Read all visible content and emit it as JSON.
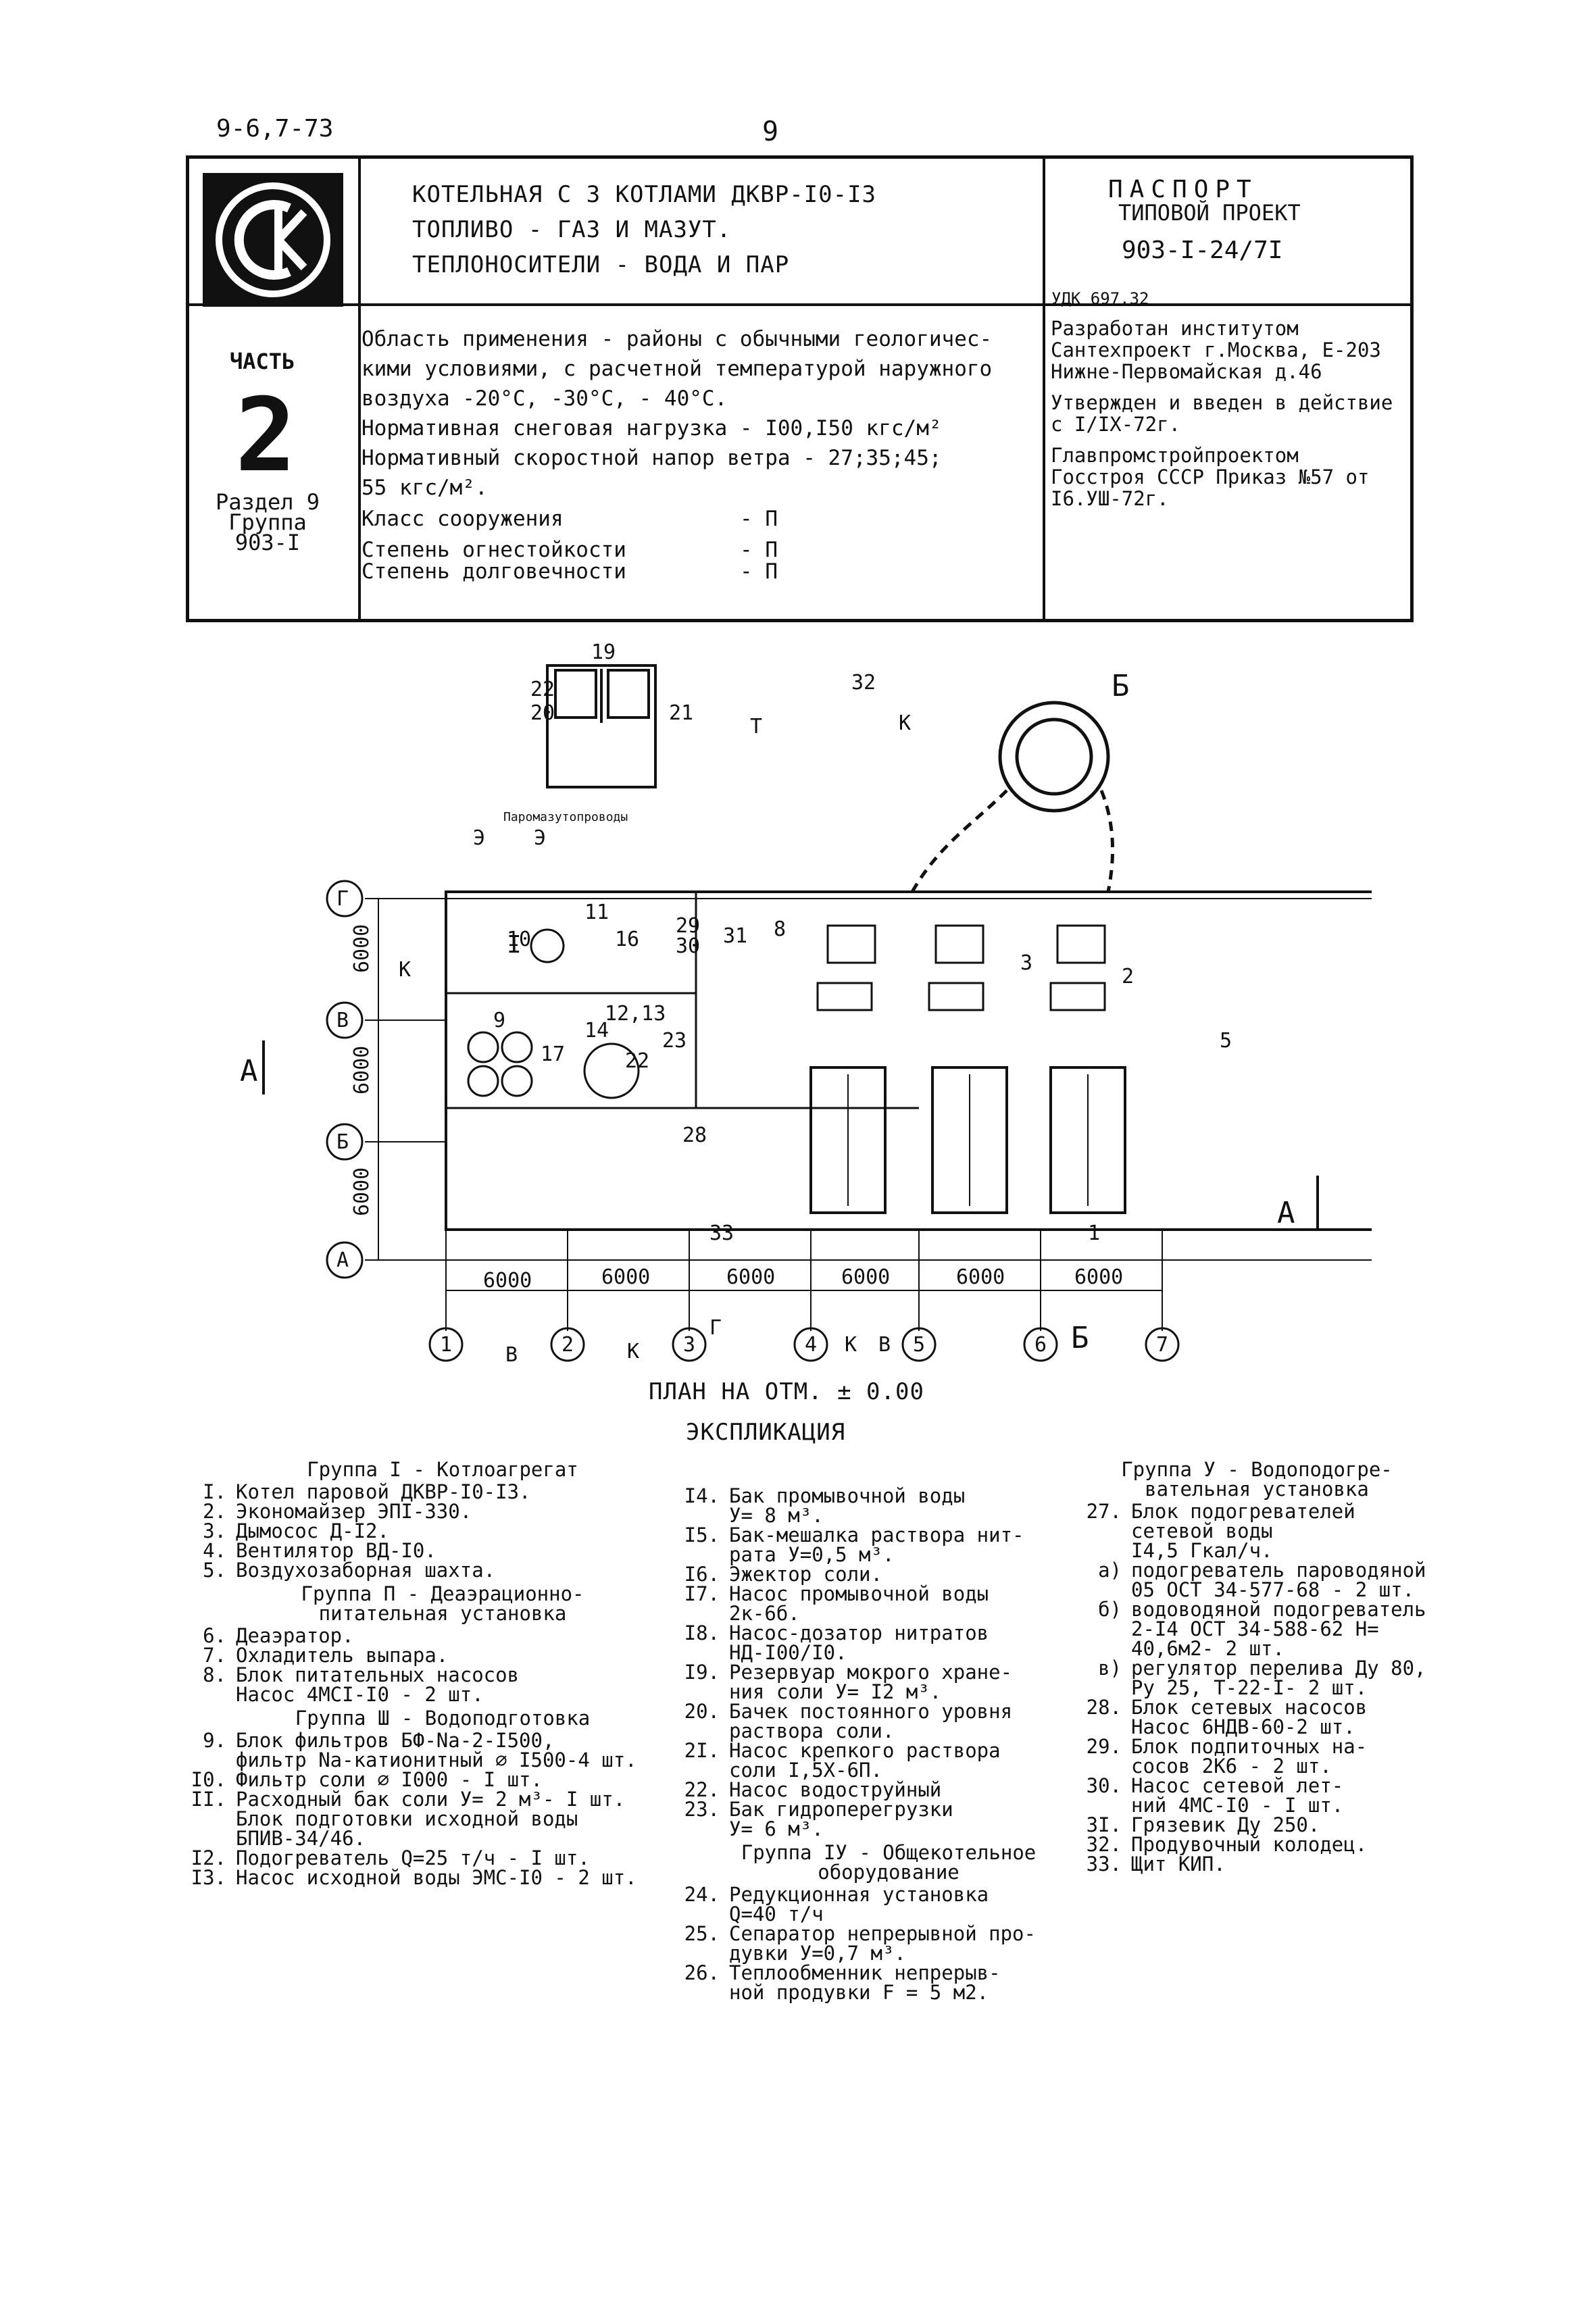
{
  "top_id": "9-6,7-73",
  "page_number": "9",
  "logo": {
    "icon": "ck-logo-icon",
    "text": "СК"
  },
  "title_lines": [
    "КОТЕЛЬНАЯ С 3 КОТЛАМИ ДКВР-I0-I3",
    "ТОПЛИВО - ГАЗ И МАЗУТ.",
    "ТЕПЛОНОСИТЕЛИ - ВОДА И ПАР"
  ],
  "passport": {
    "title": "ПАСПОРТ",
    "subtitle": "ТИПОВОЙ ПРОЕКТ",
    "number": "903-I-24/7I",
    "udk": "УДК 697.32"
  },
  "part": {
    "label": "ЧАСТЬ",
    "number": "2",
    "section": "Раздел 9",
    "group": "Группа",
    "group_code": "903-I"
  },
  "application": {
    "lines": [
      "Область применения - районы с обычными геологичес-",
      "кими условиями, с расчетной температурой наружного",
      "воздуха -20°C, -30°C, - 40°C.",
      "Нормативная снеговая нагрузка  - I00,I50 кгс/м²",
      "Нормативный скоростной напор ветра - 27;35;45;",
      "55 кгс/м²."
    ],
    "classes": [
      {
        "label": "Класс сооружения",
        "value": "- П"
      },
      {
        "label": "Степень огнестойкости",
        "value": "- П"
      },
      {
        "label": "Степень долговечности",
        "value": "- П"
      }
    ]
  },
  "developer": [
    "Разработан институтом Сантехпроект г.Москва, Е-203 Нижне-Первомайская д.46",
    "Утвержден и введен в действие с I/IX-72г.",
    "Главпромстройпроектом Госстроя СССР Приказ №57 от I6.УШ-72г."
  ],
  "plan": {
    "axes_rows": [
      "Г",
      "В",
      "Б",
      "А"
    ],
    "axes_cols": [
      "1",
      "2",
      "3",
      "4",
      "5",
      "6",
      "7"
    ],
    "row_dims": [
      "6000",
      "6000",
      "6000"
    ],
    "col_dims": [
      "6000",
      "6000",
      "6000",
      "6000",
      "6000",
      "6000"
    ],
    "section_marks": {
      "a": "А",
      "b": "Б"
    },
    "pipe_label": "Паромазутопроводы",
    "room_label": "I",
    "letters": {
      "e": "Э",
      "k": "К",
      "t": "Т",
      "v": "В",
      "g": "Г"
    },
    "numbers": [
      "19",
      "22",
      "20",
      "21",
      "32",
      "11",
      "16",
      "10",
      "29",
      "30",
      "31",
      "8",
      "9",
      "12,13",
      "14",
      "17",
      "22",
      "23",
      "28",
      "3",
      "2",
      "5",
      "1",
      "33"
    ],
    "caption": "ПЛАН НА ОТМ. ± 0.00"
  },
  "explication_title": "ЭКСПЛИКАЦИЯ",
  "groups_col1": [
    {
      "heading": "Группа I - Котлоагрегат",
      "items": [
        {
          "n": "I.",
          "t": "Котел паровой ДКВР-I0-I3."
        },
        {
          "n": "2.",
          "t": "Экономайзер ЭПI-330."
        },
        {
          "n": "3.",
          "t": "Дымосос Д-I2."
        },
        {
          "n": "4.",
          "t": "Вентилятор ВД-I0."
        },
        {
          "n": "5.",
          "t": "Воздухозаборная шахта."
        }
      ]
    },
    {
      "heading": "Группа П - Деаэрационно-\nпитательная установка",
      "items": [
        {
          "n": "6.",
          "t": "Деаэратор."
        },
        {
          "n": "7.",
          "t": "Охладитель выпара."
        },
        {
          "n": "8.",
          "t": "Блок питательных насосов\nНасос 4МСI-I0 - 2 шт."
        }
      ]
    },
    {
      "heading": "Группа Ш - Водоподготовка",
      "items": [
        {
          "n": "9.",
          "t": "Блок фильтров БФ-Nа-2-I500,\nфильтр Nа-катионитный ∅ I500-4 шт."
        },
        {
          "n": "I0.",
          "t": "Фильтр соли ∅ I000 - I шт."
        },
        {
          "n": "II.",
          "t": "Расходный бак соли У= 2 м³- I шт.\nБлок подготовки исходной воды\nБПИВ-34/46."
        },
        {
          "n": "I2.",
          "t": "Подогреватель Q=25 т/ч - I шт."
        },
        {
          "n": "I3.",
          "t": "Насос исходной воды ЭМС-I0 - 2 шт."
        }
      ]
    }
  ],
  "groups_col2": [
    {
      "heading": "",
      "items": [
        {
          "n": "I4.",
          "t": "Бак промывочной воды\nУ= 8 м³."
        },
        {
          "n": "I5.",
          "t": "Бак-мешалка раствора нит-\nрата У=0,5 м³."
        },
        {
          "n": "I6.",
          "t": "Эжектор соли."
        },
        {
          "n": "I7.",
          "t": "Насос промывочной воды\n2к-6б."
        },
        {
          "n": "I8.",
          "t": "Насос-дозатор нитратов\nНД-I00/I0."
        },
        {
          "n": "I9.",
          "t": "Резервуар мокрого хране-\nния соли У= I2 м³."
        },
        {
          "n": "20.",
          "t": "Бачек постоянного уровня\nраствора соли."
        },
        {
          "n": "2I.",
          "t": "Насос крепкого раствора\nсоли I,5Х-6П."
        },
        {
          "n": "22.",
          "t": "Насос водоструйный"
        },
        {
          "n": "23.",
          "t": "Бак гидроперегрузки\nУ= 6 м³."
        }
      ]
    },
    {
      "heading": "Группа IУ - Общекотельное\nоборудование",
      "items": [
        {
          "n": "24.",
          "t": "Редукционная установка\nQ=40 т/ч"
        },
        {
          "n": "25.",
          "t": "Сепаратор непрерывной про-\nдувки У=0,7 м³."
        },
        {
          "n": "26.",
          "t": "Теплообменник непрерыв-\nной продувки F = 5 м2."
        }
      ]
    }
  ],
  "groups_col3": [
    {
      "heading": "Группа У - Водоподогре-\nвательная установка",
      "items": [
        {
          "n": "27.",
          "t": "Блок подогревателей\nсетевой воды\nI4,5 Гкал/ч."
        },
        {
          "n": "а)",
          "t": "подогреватель пароводяной 05 ОСТ 34-577-68 - 2 шт."
        },
        {
          "n": "б)",
          "t": "водоводяной подогреватель 2-I4 ОСТ 34-588-62 Н= 40,6м2- 2 шт."
        },
        {
          "n": "в)",
          "t": "регулятор перелива Ду 80, Ру 25, Т-22-I- 2 шт."
        },
        {
          "n": "28.",
          "t": "Блок сетевых насосов\nНасос 6НДВ-60-2 шт."
        },
        {
          "n": "29.",
          "t": "Блок подпиточных на-\nсосов 2К6 - 2 шт."
        },
        {
          "n": "30.",
          "t": "Насос сетевой лет-\nний 4МС-I0 - I шт."
        },
        {
          "n": "3I.",
          "t": "Грязевик Ду 250."
        },
        {
          "n": "32.",
          "t": "Продувочный колодец."
        },
        {
          "n": "33.",
          "t": "Щит КИП."
        }
      ]
    }
  ]
}
